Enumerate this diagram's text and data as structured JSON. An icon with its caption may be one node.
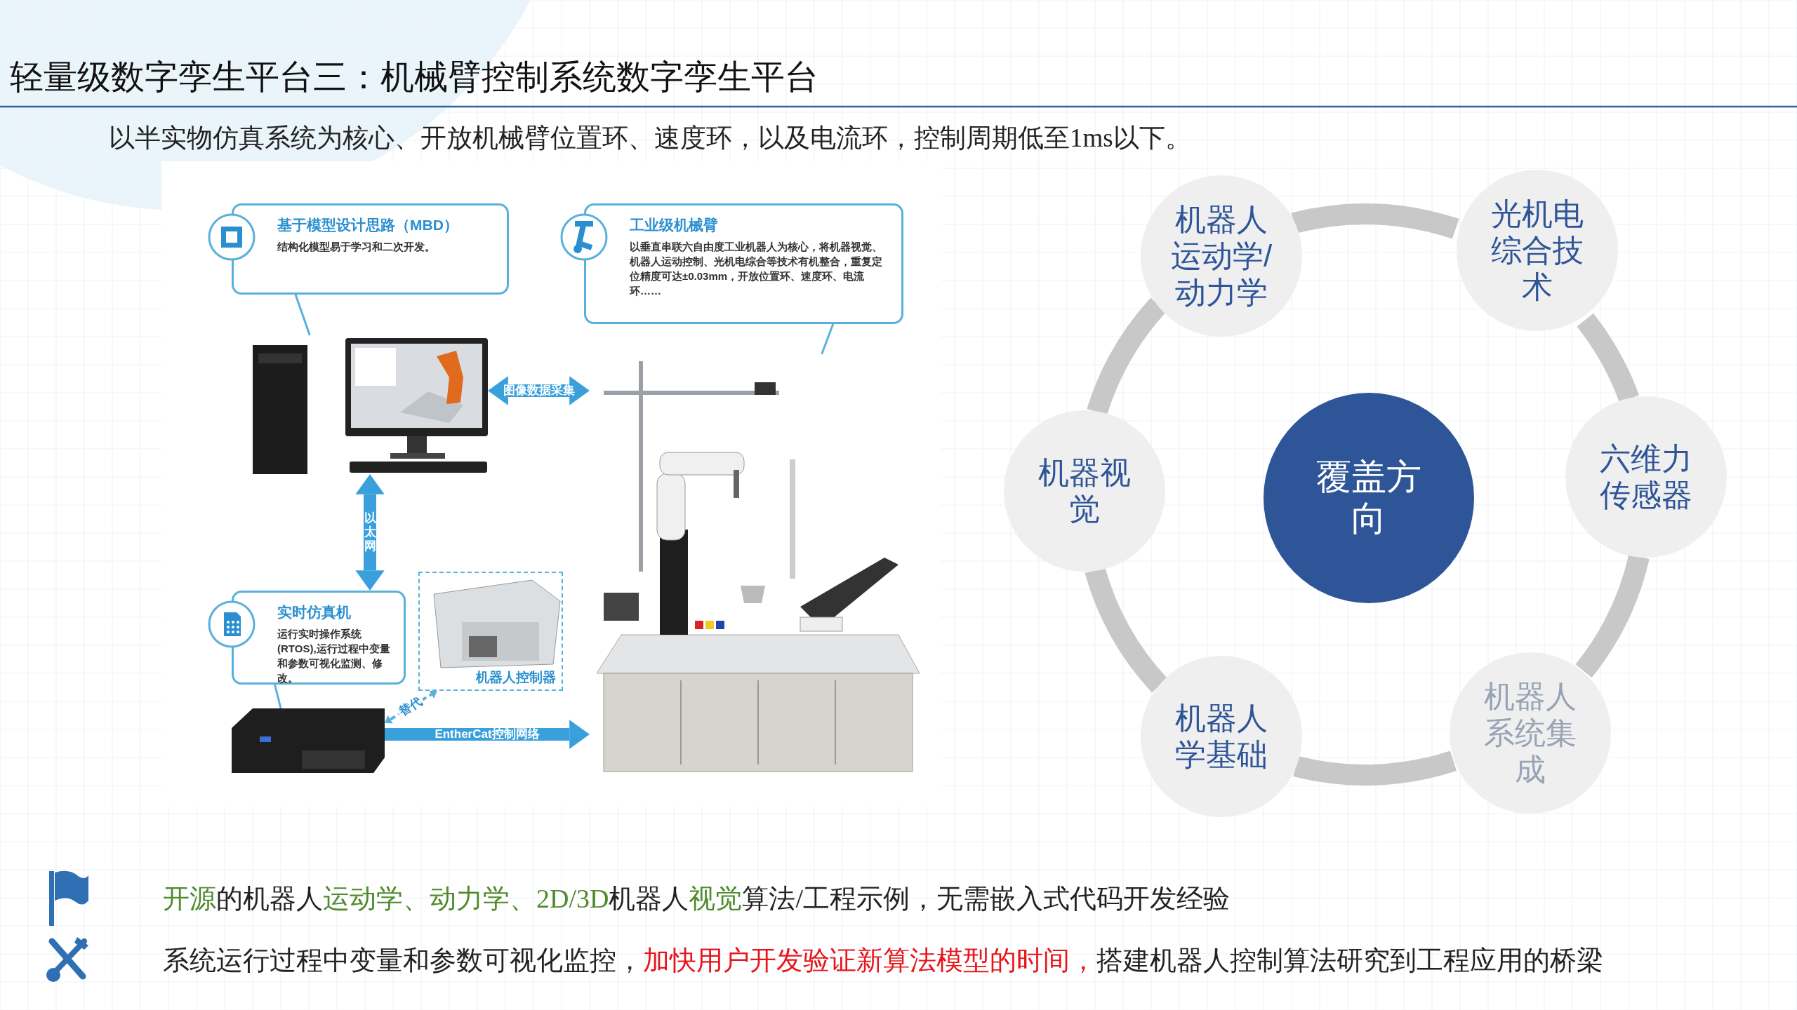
{
  "diagram": {
    "title": "轻量级数字孪生平台三：机械臂控制系统数字孪生平台",
    "nodes": [
      {
        "text": [
          "基于模型设计思路（MBD）",
          "结构化模型易于学习和二次开发。"
        ]
      },
      {
        "text": [
          "工业级机械臂",
          "以垂直串联六自由度工业机器人为核心，将机器视觉、机器人运动控制、光机电综合等技术有机整合，重复定位精度可达±0.03mm，开放位置环、速度环、电流环……"
        ]
      },
      {
        "text": [],
        "shape": "picture"
      },
      {
        "text": [],
        "shape": "picture"
      },
      {
        "text": [
          "实时仿真机",
          "运行实时操作系统 (RTOS),运行过程中变量和参数可视化监测、修改。"
        ]
      },
      {
        "text": [
          "机器人控制器"
        ]
      },
      {
        "text": [],
        "shape": "picture"
      },
      {
        "text": [
          "覆盖方向"
        ]
      },
      {
        "text": [
          "机器人运动学/动力学"
        ]
      },
      {
        "text": [
          "光机电综合技术"
        ]
      },
      {
        "text": [
          "六维力传感器"
        ]
      },
      {
        "text": [
          "机器人系统集成"
        ]
      },
      {
        "text": [
          "机器人学基础"
        ]
      },
      {
        "text": [
          "机器视觉"
        ]
      }
    ],
    "edges": [
      {
        "from": 0,
        "to": 2,
        "arrow": "none",
        "color": "#5ab0dc"
      },
      {
        "from": 1,
        "to": 3,
        "arrow": "none",
        "color": "#5ab0dc"
      },
      {
        "from": 4,
        "to": 6,
        "arrow": "none",
        "color": "#5ab0dc"
      },
      {
        "from": 2,
        "to": 3,
        "arrow": "both",
        "label": "图像数据采集",
        "color": "#3aa0dc"
      },
      {
        "from": 2,
        "to": 4,
        "arrow": "both",
        "label": "以太网",
        "color": "#3aa0dc"
      },
      {
        "from": 6,
        "to": 5,
        "arrow": "both",
        "label": "替代",
        "style": "dashed",
        "color": "#5ab0dc"
      },
      {
        "from": 6,
        "to": 3,
        "arrow": "to",
        "label": "EntherCat控制网络",
        "color": "#3aa0dc"
      },
      {
        "from": 8,
        "to": 9,
        "arrow": "none"
      },
      {
        "from": 9,
        "to": 10,
        "arrow": "none"
      },
      {
        "from": 10,
        "to": 11,
        "arrow": "none"
      },
      {
        "from": 11,
        "to": 12,
        "arrow": "none"
      },
      {
        "from": 12,
        "to": 13,
        "arrow": "none"
      },
      {
        "from": 13,
        "to": 8,
        "arrow": "none"
      }
    ],
    "labels": [
      "以半实物仿真系统为核心、开放机械臂位置环、速度环，以及电流环，控制周期低至1ms以下。",
      "**开源**的机器人**运动学、动力学、2D/3D**机器人**视觉**算法/工程示例，无需嵌入式代码开发经验",
      "系统运行过程中变量和参数可视化监控，**加快用户开发验证新算法模型的时间，**搭建机器人控制算法研究到工程应用的桥梁"
    ]
  }
}
